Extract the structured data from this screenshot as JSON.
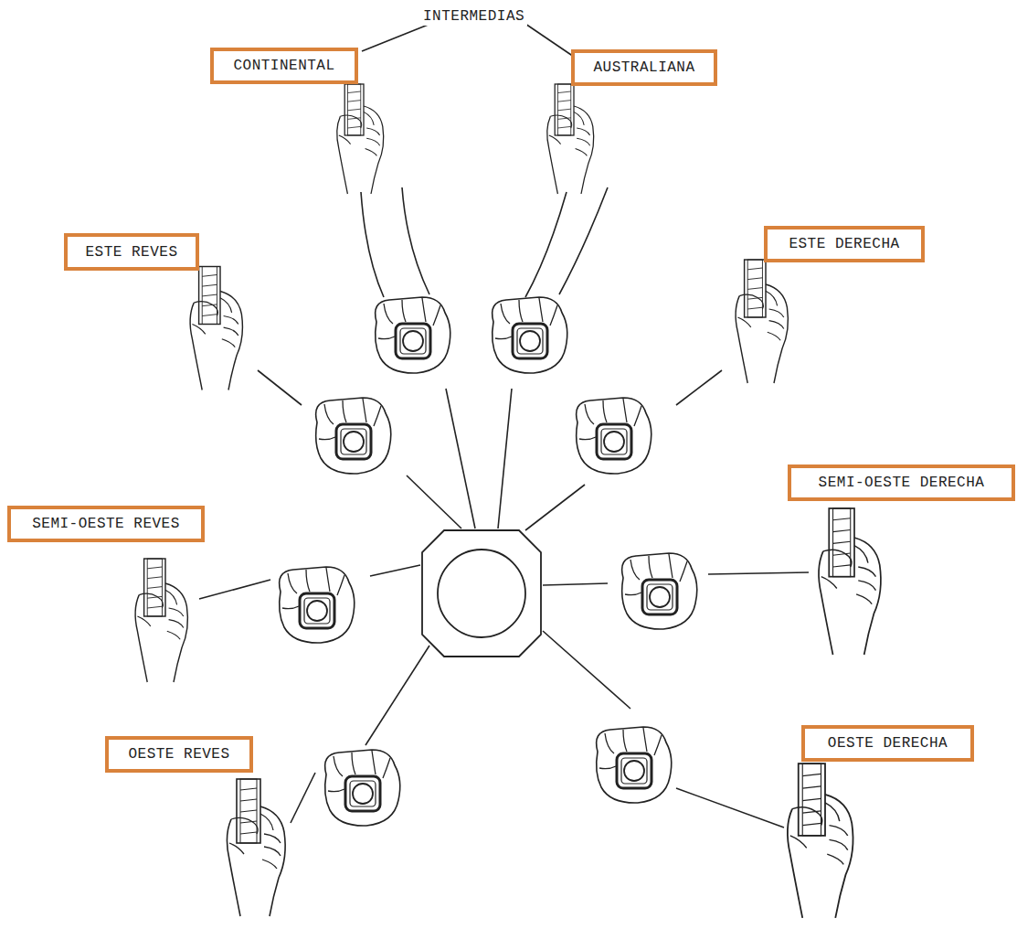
{
  "diagram": {
    "nodes": [
      {
        "text": [
          "CONTINENTAL"
        ]
      },
      {
        "text": [
          "AUSTRALIANA"
        ]
      },
      {
        "text": [
          "ESTE DERECHA"
        ]
      },
      {
        "text": [
          "ESTE REVES"
        ]
      },
      {
        "text": [
          "SEMI-OESTE DERECHA"
        ]
      },
      {
        "text": [
          "SEMI-OESTE REVES"
        ]
      },
      {
        "text": [
          "OESTE DERECHA"
        ]
      },
      {
        "text": [
          "OESTE REVES"
        ]
      }
    ],
    "labels": [
      "INTERMEDIAS"
    ]
  }
}
